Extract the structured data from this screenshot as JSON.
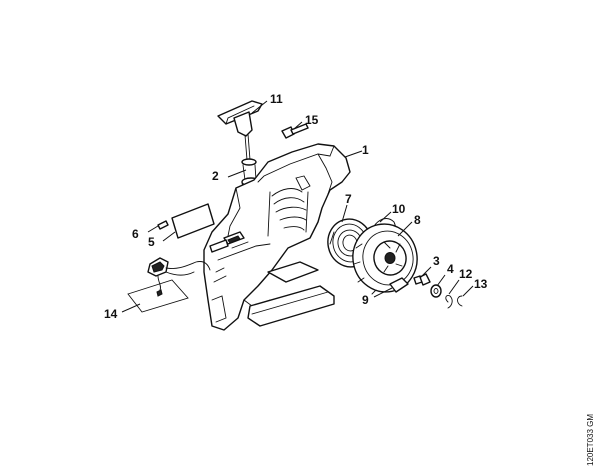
{
  "callouts": [
    {
      "id": "1",
      "label": "1"
    },
    {
      "id": "2",
      "label": "2"
    },
    {
      "id": "3",
      "label": "3"
    },
    {
      "id": "4",
      "label": "4"
    },
    {
      "id": "5",
      "label": "5"
    },
    {
      "id": "6",
      "label": "6"
    },
    {
      "id": "7",
      "label": "7"
    },
    {
      "id": "8",
      "label": "8"
    },
    {
      "id": "9",
      "label": "9"
    },
    {
      "id": "10",
      "label": "10"
    },
    {
      "id": "11",
      "label": "11"
    },
    {
      "id": "12",
      "label": "12"
    },
    {
      "id": "13",
      "label": "13"
    },
    {
      "id": "14",
      "label": "14"
    },
    {
      "id": "15",
      "label": "15"
    }
  ],
  "drawing_code": "120ET033 GM",
  "colors": {
    "line": "#111111",
    "background": "#ffffff"
  }
}
